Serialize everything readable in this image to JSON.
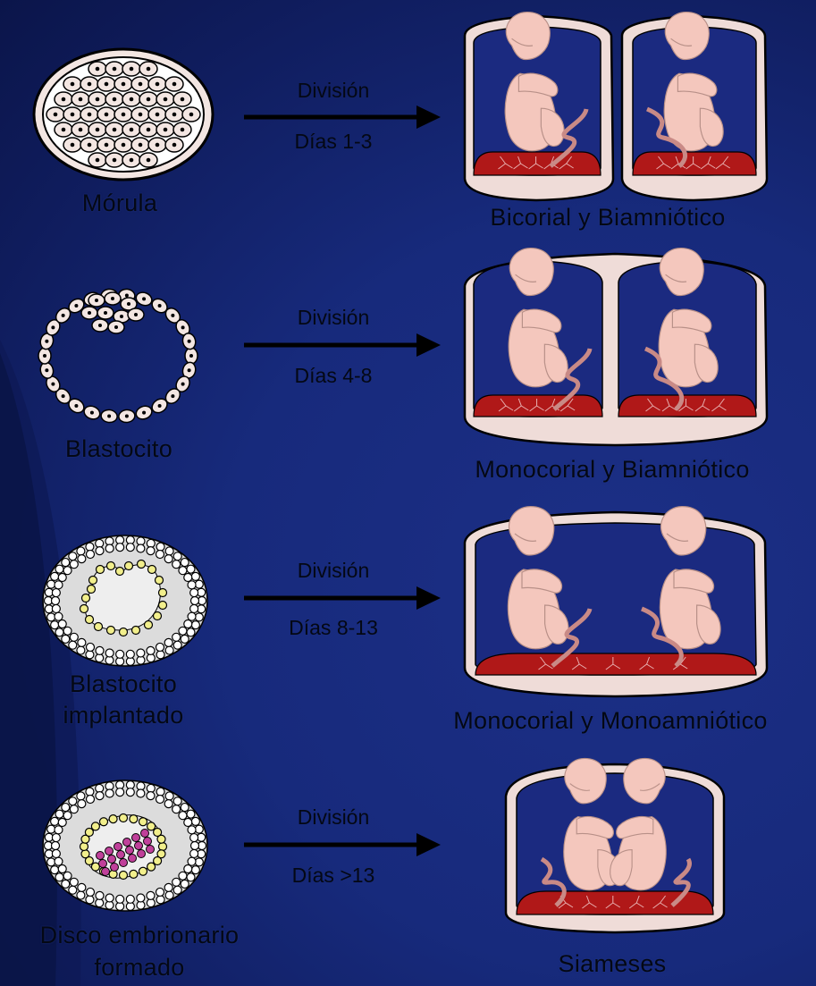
{
  "stages": [
    {
      "stage_label": "Mórula",
      "stage_label_2": "",
      "arrow_top": "División",
      "arrow_bottom": "Días 1-3",
      "result_label": "Bicorial y Biamniótico"
    },
    {
      "stage_label": "Blastocito",
      "stage_label_2": "",
      "arrow_top": "División",
      "arrow_bottom": "Días 4-8",
      "result_label": "Monocorial y Biamniótico"
    },
    {
      "stage_label": "Blastocito",
      "stage_label_2": "implantado",
      "arrow_top": "División",
      "arrow_bottom": "Días 8-13",
      "result_label": "Monocorial y Monoamniótico"
    },
    {
      "stage_label": "Disco embrionario",
      "stage_label_2": "formado",
      "arrow_top": "División",
      "arrow_bottom": "Días >13",
      "result_label": "Siameses"
    }
  ],
  "colors": {
    "background": "#172a7c",
    "cell_fill": "#f3e6e2",
    "membrane": "#efdcd8",
    "fetus": "#f4c7bd",
    "placenta": "#b01818",
    "cord": "#c98a86",
    "yolk_cell": "#f2ef8c",
    "embryo_disc": "#c0409a"
  }
}
